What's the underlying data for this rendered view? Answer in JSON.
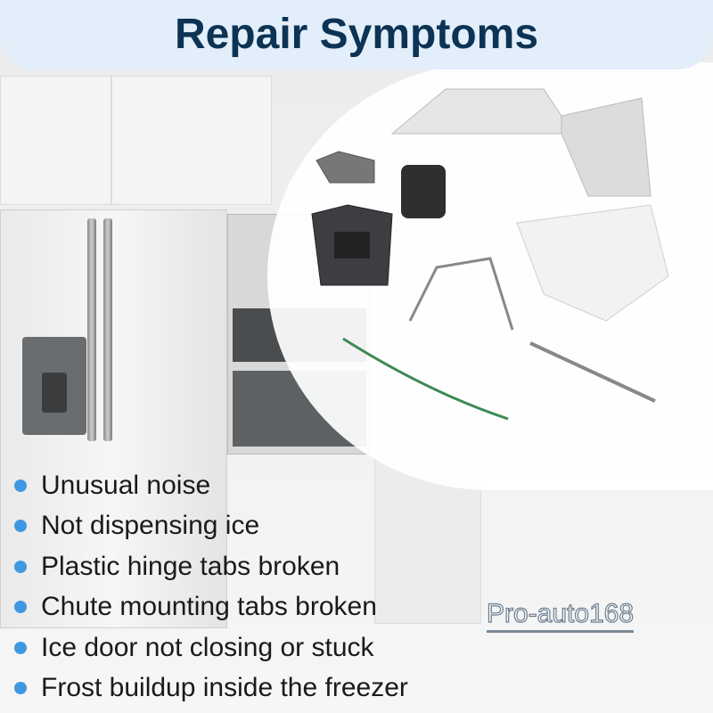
{
  "title": "Repair Symptoms",
  "symptoms": [
    "Unusual noise",
    "Not dispensing ice",
    "Plastic hinge tabs broken",
    "Chute mounting tabs broken",
    "Ice door not closing or stuck",
    "Frost buildup inside the freezer"
  ],
  "watermark": "Pro-auto168",
  "colors": {
    "title": "#0d3354",
    "bullet": "#3f98e0",
    "header_bg": "#e2eef9"
  }
}
